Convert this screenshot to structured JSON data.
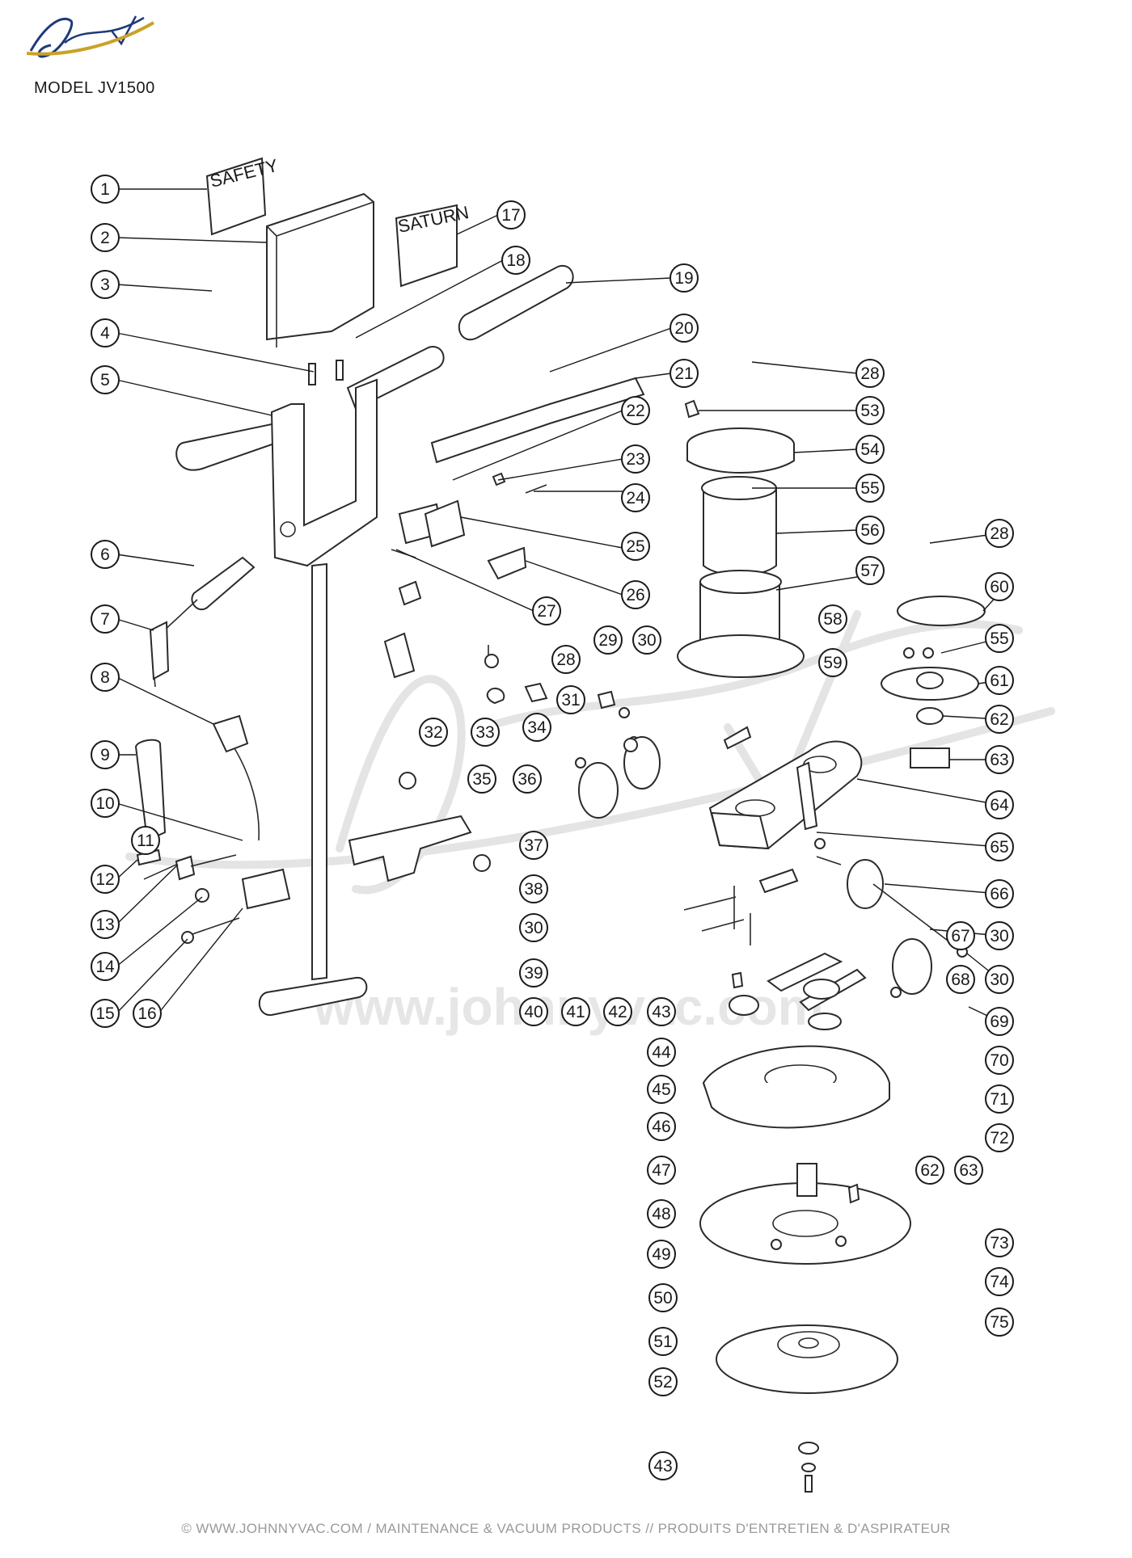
{
  "header": {
    "brand_logo": "Johnny Vac",
    "model": "MODEL JV1500"
  },
  "diagram": {
    "safety_label": "SAFETY",
    "saturn_label": "SATURN",
    "watermark": "www.johnnyvac.com",
    "callouts": [
      "1",
      "2",
      "3",
      "4",
      "5",
      "6",
      "7",
      "8",
      "9",
      "10",
      "11",
      "12",
      "13",
      "14",
      "15",
      "16",
      "17",
      "18",
      "19",
      "20",
      "21",
      "22",
      "23",
      "24",
      "25",
      "26",
      "27",
      "28",
      "28",
      "28",
      "29",
      "30",
      "30",
      "30",
      "30",
      "31",
      "32",
      "33",
      "34",
      "35",
      "36",
      "37",
      "38",
      "39",
      "40",
      "41",
      "42",
      "43",
      "43",
      "44",
      "45",
      "46",
      "47",
      "48",
      "49",
      "50",
      "51",
      "52",
      "53",
      "54",
      "55",
      "55",
      "56",
      "57",
      "58",
      "59",
      "60",
      "61",
      "62",
      "62",
      "63",
      "63",
      "64",
      "65",
      "66",
      "67",
      "68",
      "69",
      "70",
      "71",
      "72",
      "73",
      "74",
      "75"
    ]
  },
  "footer": {
    "text": "© WWW.JOHNNYVAC.COM / MAINTENANCE & VACUUM PRODUCTS  //  PRODUITS D'ENTRETIEN & D'ASPIRATEUR"
  }
}
